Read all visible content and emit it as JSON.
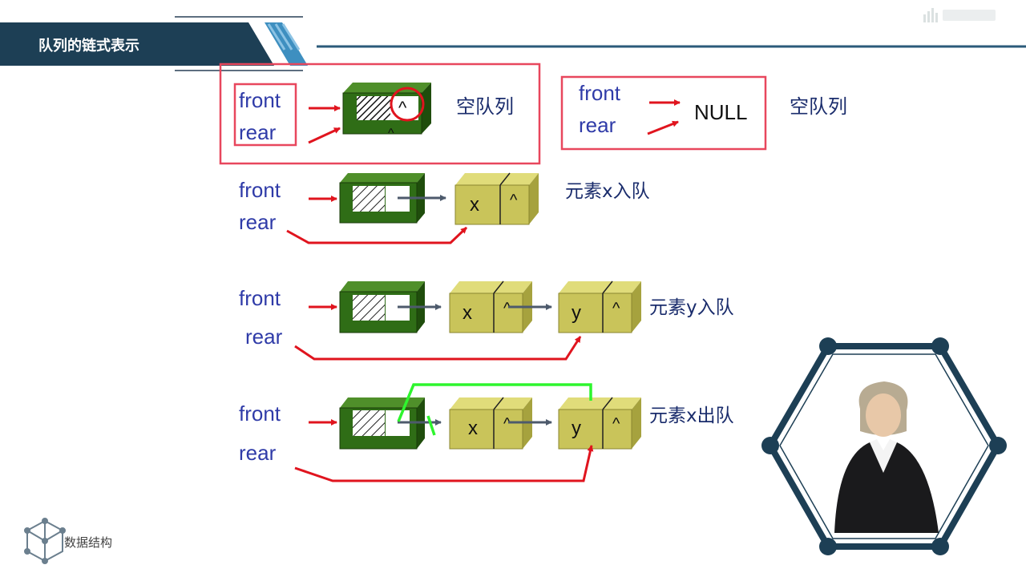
{
  "header": {
    "title": "队列的链式表示"
  },
  "brand": {
    "name": "数据结构"
  },
  "labels": {
    "front": "front",
    "rear": "rear",
    "null": "NULL",
    "x": "x",
    "y": "y",
    "caret": "^"
  },
  "captions": {
    "empty_a": "空队列",
    "empty_b": "空队列",
    "enqueue_x": "元素x入队",
    "enqueue_y": "元素y入队",
    "dequeue_x": "元素x出队"
  },
  "colors": {
    "header_bg": "#1d3f55",
    "head_node": "#2f6d16",
    "data_node": "#c9c45a",
    "text_blue": "#2f3ba8",
    "pointer_red": "#e0141e",
    "frame_pink": "#e8475d",
    "bypass_green": "#2ef52e",
    "link_gray": "#4d5a6c"
  }
}
